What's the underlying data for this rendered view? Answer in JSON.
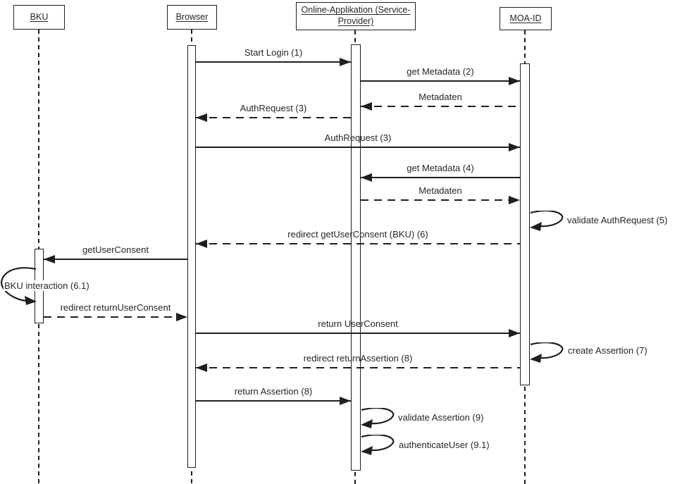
{
  "diagram": {
    "kind": "uml-sequence-diagram",
    "colors": {
      "stroke": "#1f1f1f",
      "background": "#ffffff"
    },
    "actors": [
      {
        "id": "bku",
        "label": "BKU"
      },
      {
        "id": "browser",
        "label": "Browser"
      },
      {
        "id": "online-applikation",
        "label": "Online-Applikation (Service-Provider)"
      },
      {
        "id": "moa-id",
        "label": "MOA-ID"
      }
    ],
    "messages": [
      {
        "label": "Start Login (1)",
        "from": "browser",
        "to": "online-applikation",
        "line": "solid"
      },
      {
        "label": "get Metadata (2)",
        "from": "online-applikation",
        "to": "moa-id",
        "line": "solid"
      },
      {
        "label": "Metadaten",
        "from": "moa-id",
        "to": "online-applikation",
        "line": "dashed"
      },
      {
        "label": "AuthRequest (3)",
        "from": "online-applikation",
        "to": "browser",
        "line": "dashed"
      },
      {
        "label": "AuthRequest (3)",
        "from": "browser",
        "to": "moa-id",
        "line": "solid"
      },
      {
        "label": "get Metadata (4)",
        "from": "moa-id",
        "to": "online-applikation",
        "line": "solid"
      },
      {
        "label": "Metadaten",
        "from": "online-applikation",
        "to": "moa-id",
        "line": "dashed"
      },
      {
        "label": "validate AuthRequest (5)",
        "from": "moa-id",
        "to": "moa-id",
        "line": "self"
      },
      {
        "label": "redirect getUserConsent (BKU) (6)",
        "from": "moa-id",
        "to": "browser",
        "line": "dashed"
      },
      {
        "label": "getUserConsent",
        "from": "browser",
        "to": "bku",
        "line": "solid"
      },
      {
        "label": "BKU interaction (6.1)",
        "from": "bku",
        "to": "bku",
        "line": "self"
      },
      {
        "label": "redirect returnUserConsent",
        "from": "bku",
        "to": "browser",
        "line": "dashed"
      },
      {
        "label": "return UserConsent",
        "from": "browser",
        "to": "moa-id",
        "line": "solid"
      },
      {
        "label": "create Assertion (7)",
        "from": "moa-id",
        "to": "moa-id",
        "line": "self"
      },
      {
        "label": "redirect returnAssertion (8)",
        "from": "moa-id",
        "to": "browser",
        "line": "dashed"
      },
      {
        "label": "return Assertion (8)",
        "from": "browser",
        "to": "online-applikation",
        "line": "solid"
      },
      {
        "label": "validate Assertion (9)",
        "from": "online-applikation",
        "to": "online-applikation",
        "line": "self"
      },
      {
        "label": "authenticateUser (9.1)",
        "from": "online-applikation",
        "to": "online-applikation",
        "line": "self"
      }
    ]
  }
}
